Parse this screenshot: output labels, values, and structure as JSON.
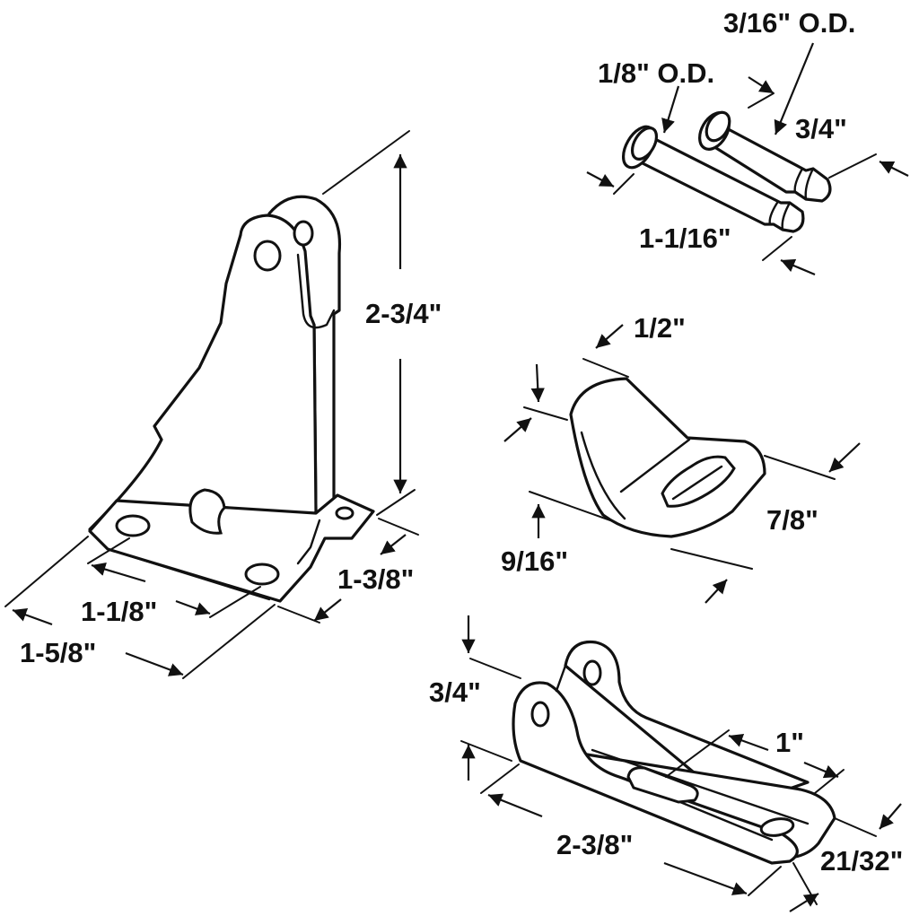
{
  "labels": {
    "bracket_height": "2-3/4\"",
    "bracket_base_depth": "1-3/8\"",
    "bracket_hole_spacing": "1-1/8\"",
    "bracket_base_width": "1-5/8\"",
    "pin_large_od": "3/16\" O.D.",
    "pin_small_od": "1/8\" O.D.",
    "pin_large_length": "3/4\"",
    "pin_small_length": "1-1/16\"",
    "tab_top_width": "1/2\"",
    "tab_height": "9/16\"",
    "tab_length": "7/8\"",
    "clevis_height": "3/4\"",
    "clevis_slot_offset": "1\"",
    "clevis_length": "2-3/8\"",
    "clevis_width": "21/32\""
  }
}
